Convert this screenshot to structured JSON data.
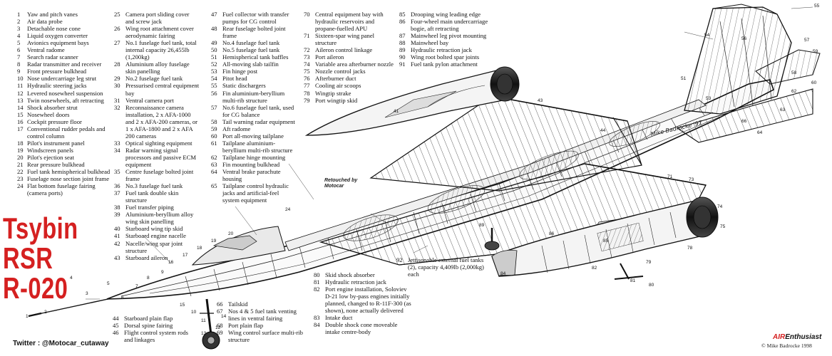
{
  "legend_columns": [
    [
      {
        "n": "1",
        "t": "Yaw and pitch vanes"
      },
      {
        "n": "2",
        "t": "Air data probe"
      },
      {
        "n": "3",
        "t": "Detachable nose cone"
      },
      {
        "n": "4",
        "t": "Liquid oxygen converter"
      },
      {
        "n": "5",
        "t": "Avionics equipment bays"
      },
      {
        "n": "6",
        "t": "Ventral radome"
      },
      {
        "n": "7",
        "t": "Search radar scanner"
      },
      {
        "n": "8",
        "t": "Radar transmitter and receiver"
      },
      {
        "n": "9",
        "t": "Front pressure bulkhead"
      },
      {
        "n": "10",
        "t": "Nose undercarriage leg strut"
      },
      {
        "n": "11",
        "t": "Hydraulic steering jacks"
      },
      {
        "n": "12",
        "t": "Levered nosewheel suspension"
      },
      {
        "n": "13",
        "t": "Twin nosewheels, aft retracting"
      },
      {
        "n": "14",
        "t": "Shock absorber strut"
      },
      {
        "n": "15",
        "t": "Nosewheel doors"
      },
      {
        "n": "16",
        "t": "Cockpit pressure floor"
      },
      {
        "n": "17",
        "t": "Conventional rudder pedals and control column"
      },
      {
        "n": "18",
        "t": "Pilot's instrument panel"
      },
      {
        "n": "19",
        "t": "Windscreen panels"
      },
      {
        "n": "20",
        "t": "Pilot's ejection seat"
      },
      {
        "n": "21",
        "t": "Rear pressure bulkhead"
      },
      {
        "n": "22",
        "t": "Fuel tank hemispherical bulkhead"
      },
      {
        "n": "23",
        "t": "Fuselage nose section joint frame"
      },
      {
        "n": "24",
        "t": "Flat bottom fuselage fairing (camera ports)"
      }
    ],
    [
      {
        "n": "25",
        "t": "Camera port sliding cover and screw jack"
      },
      {
        "n": "26",
        "t": "Wing root attachment cover aerodynamic fairing"
      },
      {
        "n": "27",
        "t": "No.1 fuselage fuel tank, total internal capacity 26,455lb (1,200kg)"
      },
      {
        "n": "28",
        "t": "Aluminium alloy fuselage skin panelling"
      },
      {
        "n": "29",
        "t": "No.2 fuselage fuel tank"
      },
      {
        "n": "30",
        "t": "Pressurised central equipment bay"
      },
      {
        "n": "31",
        "t": "Ventral camera port"
      },
      {
        "n": "32",
        "t": "Reconnaissance camera installation, 2 x AFA-1000 and 2 x AFA-200 cameras, or 1 x AFA-1800 and 2 x AFA 200 cameras"
      },
      {
        "n": "33",
        "t": "Optical sighting equipment"
      },
      {
        "n": "34",
        "t": "Radar warning signal processors and passive ECM equipment"
      },
      {
        "n": "35",
        "t": "Centre fuselage bolted joint frame"
      },
      {
        "n": "36",
        "t": "No.3 fuselage fuel tank"
      },
      {
        "n": "37",
        "t": "Fuel tank double skin structure"
      },
      {
        "n": "38",
        "t": "Fuel transfer piping"
      },
      {
        "n": "39",
        "t": "Aluminium-beryllium alloy wing skin panelling"
      },
      {
        "n": "40",
        "t": "Starboard wing tip skid"
      },
      {
        "n": "41",
        "t": "Starboard engine nacelle"
      },
      {
        "n": "42",
        "t": "Nacelle/wing spar joint structure"
      },
      {
        "n": "43",
        "t": "Starboard aileron"
      }
    ],
    [
      {
        "n": "47",
        "t": "Fuel collector with transfer pumps for CG control"
      },
      {
        "n": "48",
        "t": "Rear fuselage bolted joint frame"
      },
      {
        "n": "49",
        "t": "No.4 fuselage fuel tank"
      },
      {
        "n": "50",
        "t": "No.5 fuselage fuel tank"
      },
      {
        "n": "51",
        "t": "Hemispherical tank baffles"
      },
      {
        "n": "52",
        "t": "All-moving slab tailfin"
      },
      {
        "n": "53",
        "t": "Fin hinge post"
      },
      {
        "n": "54",
        "t": "Pitot head"
      },
      {
        "n": "55",
        "t": "Static dischargers"
      },
      {
        "n": "56",
        "t": "Fin aluminium-beryllium multi-rib structure"
      },
      {
        "n": "57",
        "t": "No.6 fuselage fuel tank, used for CG balance"
      },
      {
        "n": "58",
        "t": "Tail warning radar equipment"
      },
      {
        "n": "59",
        "t": "Aft radome"
      },
      {
        "n": "60",
        "t": "Port all-moving tailplane"
      },
      {
        "n": "61",
        "t": "Tailplane aluminium-beryllium multi-rib structure"
      },
      {
        "n": "62",
        "t": "Tailplane hinge mounting"
      },
      {
        "n": "63",
        "t": "Fin mounting bulkhead"
      },
      {
        "n": "64",
        "t": "Ventral brake parachute housing"
      },
      {
        "n": "65",
        "t": "Tailplane control hydraulic jacks and artificial-feel system equipment"
      }
    ],
    [
      {
        "n": "70",
        "t": "Central equipment bay with hydraulic reservoirs and propane-fuelled APU"
      },
      {
        "n": "71",
        "t": "Sixteen-spar wing panel structure"
      },
      {
        "n": "72",
        "t": "Aileron control linkage"
      },
      {
        "n": "73",
        "t": "Port aileron"
      },
      {
        "n": "74",
        "t": "Variable area afterburner nozzle"
      },
      {
        "n": "75",
        "t": "Nozzle control jacks"
      },
      {
        "n": "76",
        "t": "Afterburner duct"
      },
      {
        "n": "77",
        "t": "Cooling air scoops"
      },
      {
        "n": "78",
        "t": "Wingtip strake"
      },
      {
        "n": "79",
        "t": "Port wingtip skid"
      }
    ],
    [
      {
        "n": "85",
        "t": "Drooping wing leading edge"
      },
      {
        "n": "86",
        "t": "Four-wheel main undercarriage bogie, aft retracting"
      },
      {
        "n": "87",
        "t": "Mainwheel leg pivot mounting"
      },
      {
        "n": "88",
        "t": "Mainwheel bay"
      },
      {
        "n": "89",
        "t": "Hydraulic retraction jack"
      },
      {
        "n": "90",
        "t": "Wing root bolted spar joints"
      },
      {
        "n": "91",
        "t": "Fuel tank pylon attachment"
      }
    ]
  ],
  "callouts": {
    "bottom_left": [
      {
        "n": "44",
        "t": "Starboard plain flap"
      },
      {
        "n": "45",
        "t": "Dorsal spine fairing"
      },
      {
        "n": "46",
        "t": "Flight control system rods and linkages"
      }
    ],
    "bottom_mid": [
      {
        "n": "66",
        "t": "Tailskid"
      },
      {
        "n": "67",
        "t": "Nos 4 & 5 fuel tank venting lines in ventral fairing"
      },
      {
        "n": "68",
        "t": "Port plain flap"
      },
      {
        "n": "69",
        "t": "Wing control surface multi-rib structure"
      }
    ],
    "bottom_right": [
      {
        "n": "80",
        "t": "Skid shock absorber"
      },
      {
        "n": "81",
        "t": "Hydraulic retraction jack"
      },
      {
        "n": "82",
        "t": "Port engine installation, Soloviev D-21 low by-pass engines initially planned, changed to R-11F-300 (as shown), none actually delivered"
      },
      {
        "n": "83",
        "t": "Intake duct"
      },
      {
        "n": "84",
        "t": "Double shock cone moveable intake centre-body"
      }
    ],
    "tank": {
      "n": "92",
      "t": "Jettisonable external fuel tanks (2), capacity 4,409lb (2,000kg) each"
    }
  },
  "title_lines": [
    "Tsybin",
    "RSR",
    "R-020"
  ],
  "twitter": "Twitter : @Motocar_cutaway",
  "brand": {
    "prefix": "AIR",
    "suffix": "Enthusiast"
  },
  "copyright": "© Mike Badrocke 1998",
  "signature": "Mike Badrocke '97",
  "retouch": [
    "Retouched by",
    "Motocar"
  ],
  "diagram_tags": [
    "1",
    "2",
    "3",
    "4",
    "5",
    "6",
    "7",
    "8",
    "9",
    "10",
    "11",
    "12",
    "13",
    "14",
    "15",
    "16",
    "17",
    "18",
    "19",
    "20",
    "24",
    "41",
    "43",
    "44",
    "51",
    "53",
    "54",
    "55",
    "56",
    "57",
    "58",
    "59",
    "60",
    "62",
    "63",
    "64",
    "66",
    "71",
    "73",
    "74",
    "75",
    "78",
    "79",
    "80",
    "81",
    "82",
    "84",
    "85",
    "86",
    "89"
  ],
  "colors": {
    "title_red": "#d52020",
    "ink": "#111111",
    "background": "#ffffff"
  }
}
